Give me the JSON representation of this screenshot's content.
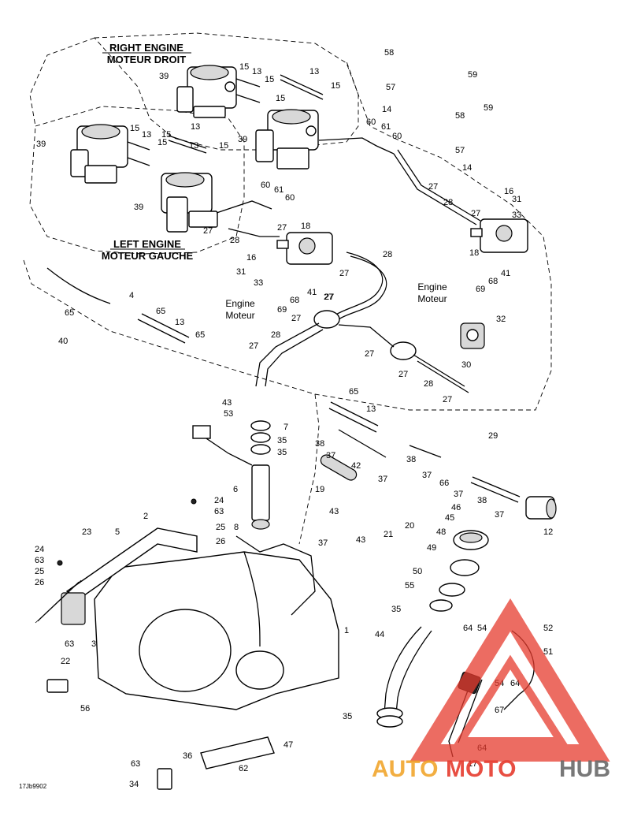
{
  "titles": {
    "right_engine_en": "RIGHT ENGINE",
    "right_engine_fr": "MOTEUR DROIT",
    "left_engine_en": "LEFT ENGINE",
    "left_engine_fr": "MOTEUR GAUCHE"
  },
  "engine_labels": {
    "engine_1_en": "Engine",
    "engine_1_fr": "Moteur",
    "engine_2_en": "Engine",
    "engine_2_fr": "Moteur"
  },
  "figure_code": "17Jb9902",
  "watermark": {
    "auto": "AUTO",
    "moto": "MOTO",
    "hub": "HUB"
  },
  "callouts": {
    "c1": "1",
    "c2": "2",
    "c3": "3",
    "c4": "4",
    "c5": "5",
    "c6": "6",
    "c7": "7",
    "c8": "8",
    "c12": "12",
    "c13a": "13",
    "c13b": "13",
    "c13c": "13",
    "c13d": "13",
    "c13e": "13",
    "c13f": "13",
    "c13g": "13",
    "c14a": "14",
    "c14b": "14",
    "c15a": "15",
    "c15b": "15",
    "c15c": "15",
    "c15d": "15",
    "c15e": "15",
    "c15f": "15",
    "c15g": "15",
    "c15h": "15",
    "c16a": "16",
    "c16b": "16",
    "c17": "17",
    "c18a": "18",
    "c18b": "18",
    "c19": "19",
    "c20": "20",
    "c21": "21",
    "c22": "22",
    "c23": "23",
    "c24a": "24",
    "c24b": "24",
    "c25a": "25",
    "c25b": "25",
    "c26a": "26",
    "c26b": "26",
    "c27a": "27",
    "c27b": "27",
    "c27c": "27",
    "c27d": "27",
    "c27e": "27",
    "c27f": "27",
    "c27g": "27",
    "c27h": "27",
    "c27i": "27",
    "c27j": "27",
    "c27k": "27",
    "c27l": "27",
    "c28a": "28",
    "c28b": "28",
    "c28c": "28",
    "c28d": "28",
    "c28e": "28",
    "c29": "29",
    "c30": "30",
    "c31a": "31",
    "c31b": "31",
    "c32": "32",
    "c33a": "33",
    "c33b": "33",
    "c34": "34",
    "c35a": "35",
    "c35b": "35",
    "c35c": "35",
    "c35d": "35",
    "c36": "36",
    "c37a": "37",
    "c37b": "37",
    "c37c": "37",
    "c37d": "37",
    "c37e": "37",
    "c37f": "37",
    "c38a": "38",
    "c38b": "38",
    "c38c": "38",
    "c39a": "39",
    "c39b": "39",
    "c39c": "39",
    "c39d": "39",
    "c40": "40",
    "c41a": "41",
    "c41b": "41",
    "c42": "42",
    "c43a": "43",
    "c43b": "43",
    "c43c": "43",
    "c44": "44",
    "c45": "45",
    "c46": "46",
    "c47": "47",
    "c48": "48",
    "c49": "49",
    "c50": "50",
    "c51": "51",
    "c52": "52",
    "c53": "53",
    "c54a": "54",
    "c54b": "54",
    "c55": "55",
    "c56": "56",
    "c57a": "57",
    "c57b": "57",
    "c58a": "58",
    "c58b": "58",
    "c59a": "59",
    "c59b": "59",
    "c60a": "60",
    "c60b": "60",
    "c60c": "60",
    "c60d": "60",
    "c61a": "61",
    "c61b": "61",
    "c62": "62",
    "c63a": "63",
    "c63b": "63",
    "c63c": "63",
    "c63d": "63",
    "c64a": "64",
    "c64b": "64",
    "c64c": "64",
    "c65a": "65",
    "c65b": "65",
    "c65c": "65",
    "c65d": "65",
    "c66": "66",
    "c67": "67",
    "c68a": "68",
    "c68b": "68",
    "c69a": "69",
    "c69b": "69"
  },
  "colors": {
    "line": "#000000",
    "background": "#ffffff",
    "watermark_red": "#e63b2e",
    "watermark_orange": "#f0a020",
    "watermark_gray": "#6a6a6a"
  }
}
